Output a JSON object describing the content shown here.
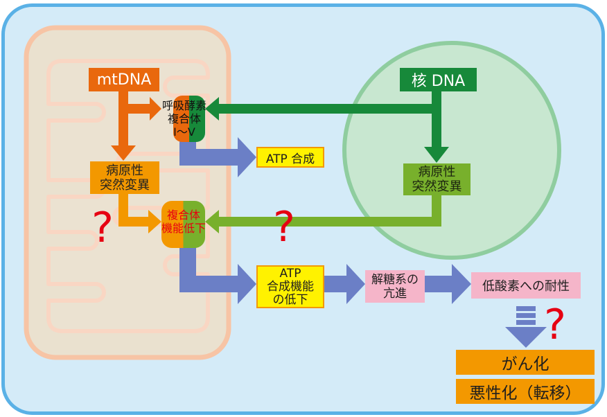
{
  "mitochondrion": {
    "mtdna": "mtDNA",
    "respiratory_complex": {
      "lines": [
        "呼吸酵素",
        "複合体",
        "Ⅰ～Ⅴ"
      ]
    },
    "pathogenic_mutation": {
      "lines": [
        "病原性",
        "突然変異"
      ]
    },
    "complex_dysfunction": {
      "lines": [
        "複合体",
        "機能低下"
      ]
    }
  },
  "nucleus": {
    "dna": "核 DNA",
    "pathogenic_mutation": {
      "lines": [
        "病原性",
        "突然変異"
      ]
    }
  },
  "pathway": {
    "atp_synthesis": "ATP 合成",
    "atp_synthesis_decline": {
      "lines": [
        "ATP",
        "合成機能",
        "の低下"
      ]
    },
    "glycolysis_enhancement": {
      "lines": [
        "解糖系の",
        "亢進"
      ]
    },
    "hypoxia_tolerance": "低酸素への耐性",
    "outcomes": [
      "がん化",
      "悪性化（転移）"
    ]
  },
  "unknown_links": [
    "?",
    "?",
    "?"
  ],
  "colors": {
    "panel_bg": "#d4ebf8",
    "panel_border": "#5ab1e6",
    "mito_fill": "#eae1cf",
    "mito_inner_fill": "#ebe2d1",
    "mito_outer_membrane": "#f7c4a5",
    "mito_inner_membrane": "#f9d6c3",
    "nucleus_fill": "#c8e7d0",
    "nucleus_border": "#8fcd9f",
    "mt_orange": "#e9680d",
    "amber": "#f39800",
    "nuclear_green": "#17893a",
    "olive": "#78b02c",
    "flow_blue": "#6b7fc6",
    "yellow": "#fff200",
    "pink": "#f5b5c9",
    "alert_red": "#e60012"
  }
}
